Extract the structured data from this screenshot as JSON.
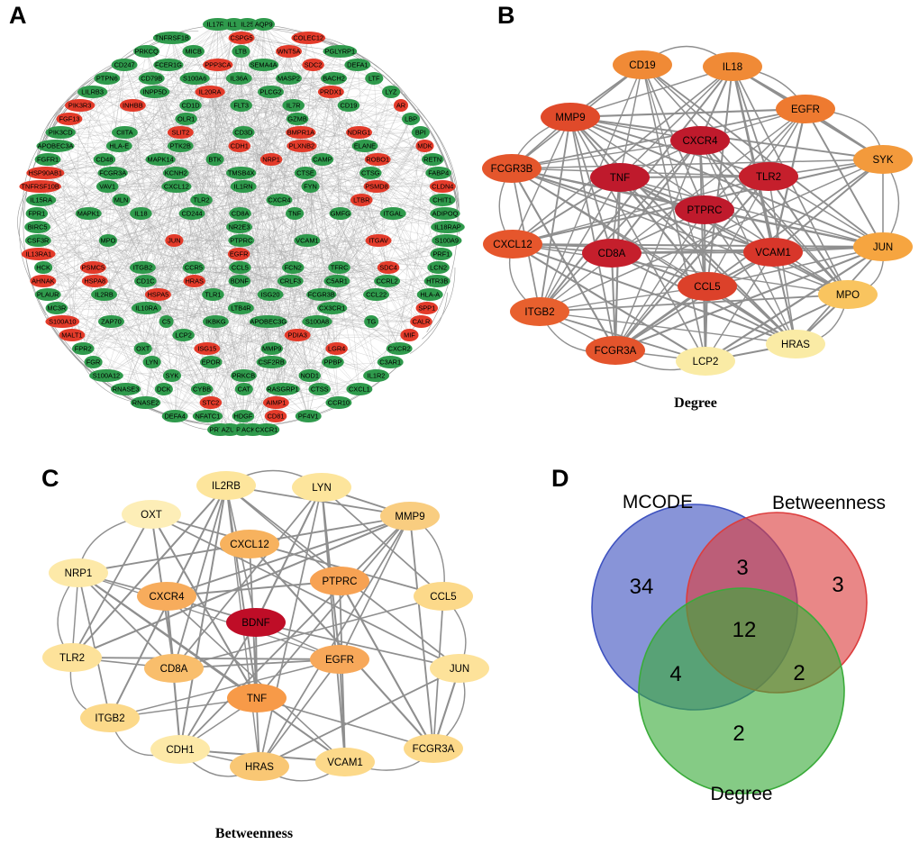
{
  "panels": {
    "A": {
      "letter": "A",
      "colors": {
        "up": "#e33b2a",
        "down": "#2f9a4c"
      },
      "nodes": [
        {
          "label": "IL17RA",
          "c": "down"
        },
        {
          "label": "IL16",
          "c": "down"
        },
        {
          "label": "IL25",
          "c": "down"
        },
        {
          "label": "AQP9",
          "c": "down"
        },
        {
          "label": "TNFRSF1B",
          "c": "down"
        },
        {
          "label": "CSPG5",
          "c": "up"
        },
        {
          "label": "COLEC12",
          "c": "up"
        },
        {
          "label": "PRKCQ",
          "c": "down"
        },
        {
          "label": "MICB",
          "c": "down"
        },
        {
          "label": "LTB",
          "c": "down"
        },
        {
          "label": "WNT5A",
          "c": "up"
        },
        {
          "label": "PGLYRP1",
          "c": "down"
        },
        {
          "label": "CD247",
          "c": "down"
        },
        {
          "label": "FCER1G",
          "c": "down"
        },
        {
          "label": "PPP3CA",
          "c": "up"
        },
        {
          "label": "SEMA4A",
          "c": "down"
        },
        {
          "label": "SDC2",
          "c": "up"
        },
        {
          "label": "DEFA1",
          "c": "down"
        },
        {
          "label": "PTPN6",
          "c": "down"
        },
        {
          "label": "CD79B",
          "c": "down"
        },
        {
          "label": "S100A6",
          "c": "down"
        },
        {
          "label": "IL36A",
          "c": "down"
        },
        {
          "label": "MASP2",
          "c": "down"
        },
        {
          "label": "BACH2",
          "c": "down"
        },
        {
          "label": "LTF",
          "c": "down"
        },
        {
          "label": "LILRB3",
          "c": "down"
        },
        {
          "label": "INPP5D",
          "c": "down"
        },
        {
          "label": "IL20RA",
          "c": "up"
        },
        {
          "label": "PLCG2",
          "c": "down"
        },
        {
          "label": "PRDX1",
          "c": "up"
        },
        {
          "label": "LYZ",
          "c": "down"
        },
        {
          "label": "PIK3R3",
          "c": "up"
        },
        {
          "label": "INHBB",
          "c": "up"
        },
        {
          "label": "CD1D",
          "c": "down"
        },
        {
          "label": "FLT3",
          "c": "down"
        },
        {
          "label": "IL7R",
          "c": "down"
        },
        {
          "label": "CD19",
          "c": "down"
        },
        {
          "label": "AR",
          "c": "up"
        },
        {
          "label": "FGF13",
          "c": "up"
        },
        {
          "label": "OLR1",
          "c": "down"
        },
        {
          "label": "GZMB",
          "c": "down"
        },
        {
          "label": "LBP",
          "c": "down"
        },
        {
          "label": "PIK3CD",
          "c": "down"
        },
        {
          "label": "CIITA",
          "c": "down"
        },
        {
          "label": "SLIT2",
          "c": "up"
        },
        {
          "label": "CD3D",
          "c": "down"
        },
        {
          "label": "BMPR1A",
          "c": "up"
        },
        {
          "label": "NDRG1",
          "c": "up"
        },
        {
          "label": "BPI",
          "c": "down"
        },
        {
          "label": "APOBEC3A",
          "c": "down"
        },
        {
          "label": "HLA-E",
          "c": "down"
        },
        {
          "label": "PTK2B",
          "c": "down"
        },
        {
          "label": "CDH1",
          "c": "up"
        },
        {
          "label": "PLXNB2",
          "c": "up"
        },
        {
          "label": "ELANE",
          "c": "down"
        },
        {
          "label": "MDK",
          "c": "up"
        },
        {
          "label": "FGFR1",
          "c": "down"
        },
        {
          "label": "CD48",
          "c": "down"
        },
        {
          "label": "MAPK14",
          "c": "down"
        },
        {
          "label": "BTK",
          "c": "down"
        },
        {
          "label": "NRP1",
          "c": "up"
        },
        {
          "label": "CAMP",
          "c": "down"
        },
        {
          "label": "ROBO1",
          "c": "up"
        },
        {
          "label": "RETN",
          "c": "down"
        },
        {
          "label": "HSP90AB1",
          "c": "up"
        },
        {
          "label": "FCGR3A",
          "c": "down"
        },
        {
          "label": "KCNH2",
          "c": "down"
        },
        {
          "label": "TMSB4X",
          "c": "down"
        },
        {
          "label": "CTSE",
          "c": "down"
        },
        {
          "label": "CTSG",
          "c": "down"
        },
        {
          "label": "FABP4",
          "c": "down"
        },
        {
          "label": "TNFRSF10B",
          "c": "up"
        },
        {
          "label": "VAV1",
          "c": "down"
        },
        {
          "label": "CXCL12",
          "c": "down"
        },
        {
          "label": "IL1RN",
          "c": "down"
        },
        {
          "label": "FYN",
          "c": "down"
        },
        {
          "label": "PSMD8",
          "c": "up"
        },
        {
          "label": "CLDN4",
          "c": "up"
        },
        {
          "label": "IL15RA",
          "c": "down"
        },
        {
          "label": "MLN",
          "c": "down"
        },
        {
          "label": "TLR2",
          "c": "down"
        },
        {
          "label": "CXCR4",
          "c": "down"
        },
        {
          "label": "LTBR",
          "c": "up"
        },
        {
          "label": "CHIT1",
          "c": "down"
        },
        {
          "label": "FPR1",
          "c": "down"
        },
        {
          "label": "MAPK1",
          "c": "down"
        },
        {
          "label": "IL18",
          "c": "down"
        },
        {
          "label": "CD244",
          "c": "down"
        },
        {
          "label": "CD8A",
          "c": "down"
        },
        {
          "label": "TNF",
          "c": "down"
        },
        {
          "label": "GMFG",
          "c": "down"
        },
        {
          "label": "ITGAL",
          "c": "down"
        },
        {
          "label": "ADIPOQ",
          "c": "down"
        },
        {
          "label": "BIRC5",
          "c": "down"
        },
        {
          "label": "NR2E3",
          "c": "down"
        },
        {
          "label": "IL18RAP",
          "c": "down"
        },
        {
          "label": "CSF3R",
          "c": "down"
        },
        {
          "label": "MPO",
          "c": "down"
        },
        {
          "label": "JUN",
          "c": "up"
        },
        {
          "label": "PTPRC",
          "c": "down"
        },
        {
          "label": "VCAM1",
          "c": "down"
        },
        {
          "label": "ITGAV",
          "c": "up"
        },
        {
          "label": "S100A9",
          "c": "down"
        },
        {
          "label": "IL13RA1",
          "c": "up"
        },
        {
          "label": "EGFR",
          "c": "up"
        },
        {
          "label": "PRF1",
          "c": "down"
        },
        {
          "label": "HCK",
          "c": "down"
        },
        {
          "label": "PSMC5",
          "c": "up"
        },
        {
          "label": "ITGB2",
          "c": "down"
        },
        {
          "label": "CCR5",
          "c": "down"
        },
        {
          "label": "CCL5",
          "c": "down"
        },
        {
          "label": "FCN2",
          "c": "down"
        },
        {
          "label": "TFRC",
          "c": "down"
        },
        {
          "label": "SDC4",
          "c": "up"
        },
        {
          "label": "LCN2",
          "c": "down"
        },
        {
          "label": "AHNAK",
          "c": "up"
        },
        {
          "label": "HSPA8",
          "c": "up"
        },
        {
          "label": "CD1C",
          "c": "down"
        },
        {
          "label": "HRAS",
          "c": "up"
        },
        {
          "label": "BDNF",
          "c": "down"
        },
        {
          "label": "CRLF3",
          "c": "down"
        },
        {
          "label": "C5AR1",
          "c": "down"
        },
        {
          "label": "CCRL2",
          "c": "down"
        },
        {
          "label": "HTR3B",
          "c": "down"
        },
        {
          "label": "PLAUR",
          "c": "down"
        },
        {
          "label": "IL2RB",
          "c": "down"
        },
        {
          "label": "HSPA5",
          "c": "up"
        },
        {
          "label": "TLR1",
          "c": "down"
        },
        {
          "label": "ISG20",
          "c": "down"
        },
        {
          "label": "FCGR3B",
          "c": "down"
        },
        {
          "label": "CCL22",
          "c": "down"
        },
        {
          "label": "HLA-A",
          "c": "down"
        },
        {
          "label": "MC3R",
          "c": "down"
        },
        {
          "label": "IL10RA",
          "c": "down"
        },
        {
          "label": "LTB4R",
          "c": "down"
        },
        {
          "label": "CX3CR1",
          "c": "down"
        },
        {
          "label": "SPP1",
          "c": "up"
        },
        {
          "label": "S100A10",
          "c": "up"
        },
        {
          "label": "ZAP70",
          "c": "down"
        },
        {
          "label": "C5",
          "c": "down"
        },
        {
          "label": "IKBKG",
          "c": "down"
        },
        {
          "label": "APOBEC3G",
          "c": "down"
        },
        {
          "label": "S100A8",
          "c": "down"
        },
        {
          "label": "TG",
          "c": "down"
        },
        {
          "label": "CALR",
          "c": "up"
        },
        {
          "label": "MALT1",
          "c": "up"
        },
        {
          "label": "LCP2",
          "c": "down"
        },
        {
          "label": "PDIA3",
          "c": "up"
        },
        {
          "label": "MIF",
          "c": "up"
        },
        {
          "label": "FPR2",
          "c": "down"
        },
        {
          "label": "OXT",
          "c": "down"
        },
        {
          "label": "ISG15",
          "c": "up"
        },
        {
          "label": "MMP9",
          "c": "down"
        },
        {
          "label": "LGR4",
          "c": "up"
        },
        {
          "label": "CXCR2",
          "c": "down"
        },
        {
          "label": "FGR",
          "c": "down"
        },
        {
          "label": "LYN",
          "c": "down"
        },
        {
          "label": "EPOR",
          "c": "down"
        },
        {
          "label": "CSF2RB",
          "c": "down"
        },
        {
          "label": "PPBP",
          "c": "down"
        },
        {
          "label": "C3AR1",
          "c": "down"
        },
        {
          "label": "S100A12",
          "c": "down"
        },
        {
          "label": "SYK",
          "c": "down"
        },
        {
          "label": "PRKCB",
          "c": "down"
        },
        {
          "label": "NOD1",
          "c": "down"
        },
        {
          "label": "IL1R2",
          "c": "down"
        },
        {
          "label": "RNASE3",
          "c": "down"
        },
        {
          "label": "DCK",
          "c": "down"
        },
        {
          "label": "CYBB",
          "c": "down"
        },
        {
          "label": "CAT",
          "c": "down"
        },
        {
          "label": "RASGRP1",
          "c": "down"
        },
        {
          "label": "CTSS",
          "c": "down"
        },
        {
          "label": "CXCL1",
          "c": "down"
        },
        {
          "label": "RNASE2",
          "c": "down"
        },
        {
          "label": "STC2",
          "c": "up"
        },
        {
          "label": "AIMP1",
          "c": "up"
        },
        {
          "label": "CCR10",
          "c": "down"
        },
        {
          "label": "DEFA4",
          "c": "down"
        },
        {
          "label": "NFATC1",
          "c": "down"
        },
        {
          "label": "HDGF",
          "c": "down"
        },
        {
          "label": "CD81",
          "c": "up"
        },
        {
          "label": "PF4V1",
          "c": "down"
        },
        {
          "label": "PRTN3",
          "c": "down"
        },
        {
          "label": "AZU1",
          "c": "down"
        },
        {
          "label": "PF4",
          "c": "down"
        },
        {
          "label": "ACKR1",
          "c": "down"
        },
        {
          "label": "CXCR1",
          "c": "down"
        }
      ]
    },
    "B": {
      "letter": "B",
      "caption": "Degree",
      "nodes": [
        {
          "label": "CD19",
          "color": "#f08a36"
        },
        {
          "label": "IL18",
          "color": "#f08a36"
        },
        {
          "label": "MMP9",
          "color": "#e04a2a"
        },
        {
          "label": "CXCR4",
          "color": "#bf1a2c"
        },
        {
          "label": "EGFR",
          "color": "#ee7a30"
        },
        {
          "label": "FCGR3B",
          "color": "#e4562c"
        },
        {
          "label": "TNF",
          "color": "#bf1a2c"
        },
        {
          "label": "TLR2",
          "color": "#c51f2c"
        },
        {
          "label": "SYK",
          "color": "#f39a3c"
        },
        {
          "label": "PTPRC",
          "color": "#bf1a2c"
        },
        {
          "label": "CXCL12",
          "color": "#e6562c"
        },
        {
          "label": "CD8A",
          "color": "#c51f2c"
        },
        {
          "label": "VCAM1",
          "color": "#d8362a"
        },
        {
          "label": "JUN",
          "color": "#f6a540"
        },
        {
          "label": "CCL5",
          "color": "#dc412a"
        },
        {
          "label": "MPO",
          "color": "#f9c45f"
        },
        {
          "label": "ITGB2",
          "color": "#e8602e"
        },
        {
          "label": "FCGR3A",
          "color": "#e4542c"
        },
        {
          "label": "HRAS",
          "color": "#faeba5"
        },
        {
          "label": "LCP2",
          "color": "#faeba5"
        }
      ]
    },
    "C": {
      "letter": "C",
      "caption": "Betweenness",
      "nodes": [
        {
          "label": "IL2RB",
          "color": "#fde59c"
        },
        {
          "label": "LYN",
          "color": "#fde59c"
        },
        {
          "label": "OXT",
          "color": "#fdeeb7"
        },
        {
          "label": "MMP9",
          "color": "#f9cd80"
        },
        {
          "label": "CXCL12",
          "color": "#f7b25e"
        },
        {
          "label": "NRP1",
          "color": "#fde9a8"
        },
        {
          "label": "PTPRC",
          "color": "#f7a253"
        },
        {
          "label": "CXCR4",
          "color": "#f7ac5c"
        },
        {
          "label": "CCL5",
          "color": "#fcd98a"
        },
        {
          "label": "BDNF",
          "color": "#bf0d27"
        },
        {
          "label": "TLR2",
          "color": "#fde29a"
        },
        {
          "label": "CD8A",
          "color": "#f9be6c"
        },
        {
          "label": "EGFR",
          "color": "#f7a85a"
        },
        {
          "label": "JUN",
          "color": "#fde29a"
        },
        {
          "label": "TNF",
          "color": "#f79a48"
        },
        {
          "label": "ITGB2",
          "color": "#fcd98a"
        },
        {
          "label": "FCGR3A",
          "color": "#fcd98a"
        },
        {
          "label": "CDH1",
          "color": "#fde9a8"
        },
        {
          "label": "HRAS",
          "color": "#f9c774"
        },
        {
          "label": "VCAM1",
          "color": "#fcd98a"
        }
      ]
    },
    "D": {
      "letter": "D",
      "sets": [
        {
          "label": "MCODE",
          "color": "#3f53c0"
        },
        {
          "label": "Betweenness",
          "color": "#dc3d3d"
        },
        {
          "label": "Degree",
          "color": "#3aab3a"
        }
      ],
      "counts": {
        "mcode_only": "34",
        "betweenness_only": "3",
        "degree_only": "2",
        "mcode_betweenness": "3",
        "mcode_degree": "4",
        "betweenness_degree": "2",
        "all_three": "12"
      }
    }
  }
}
